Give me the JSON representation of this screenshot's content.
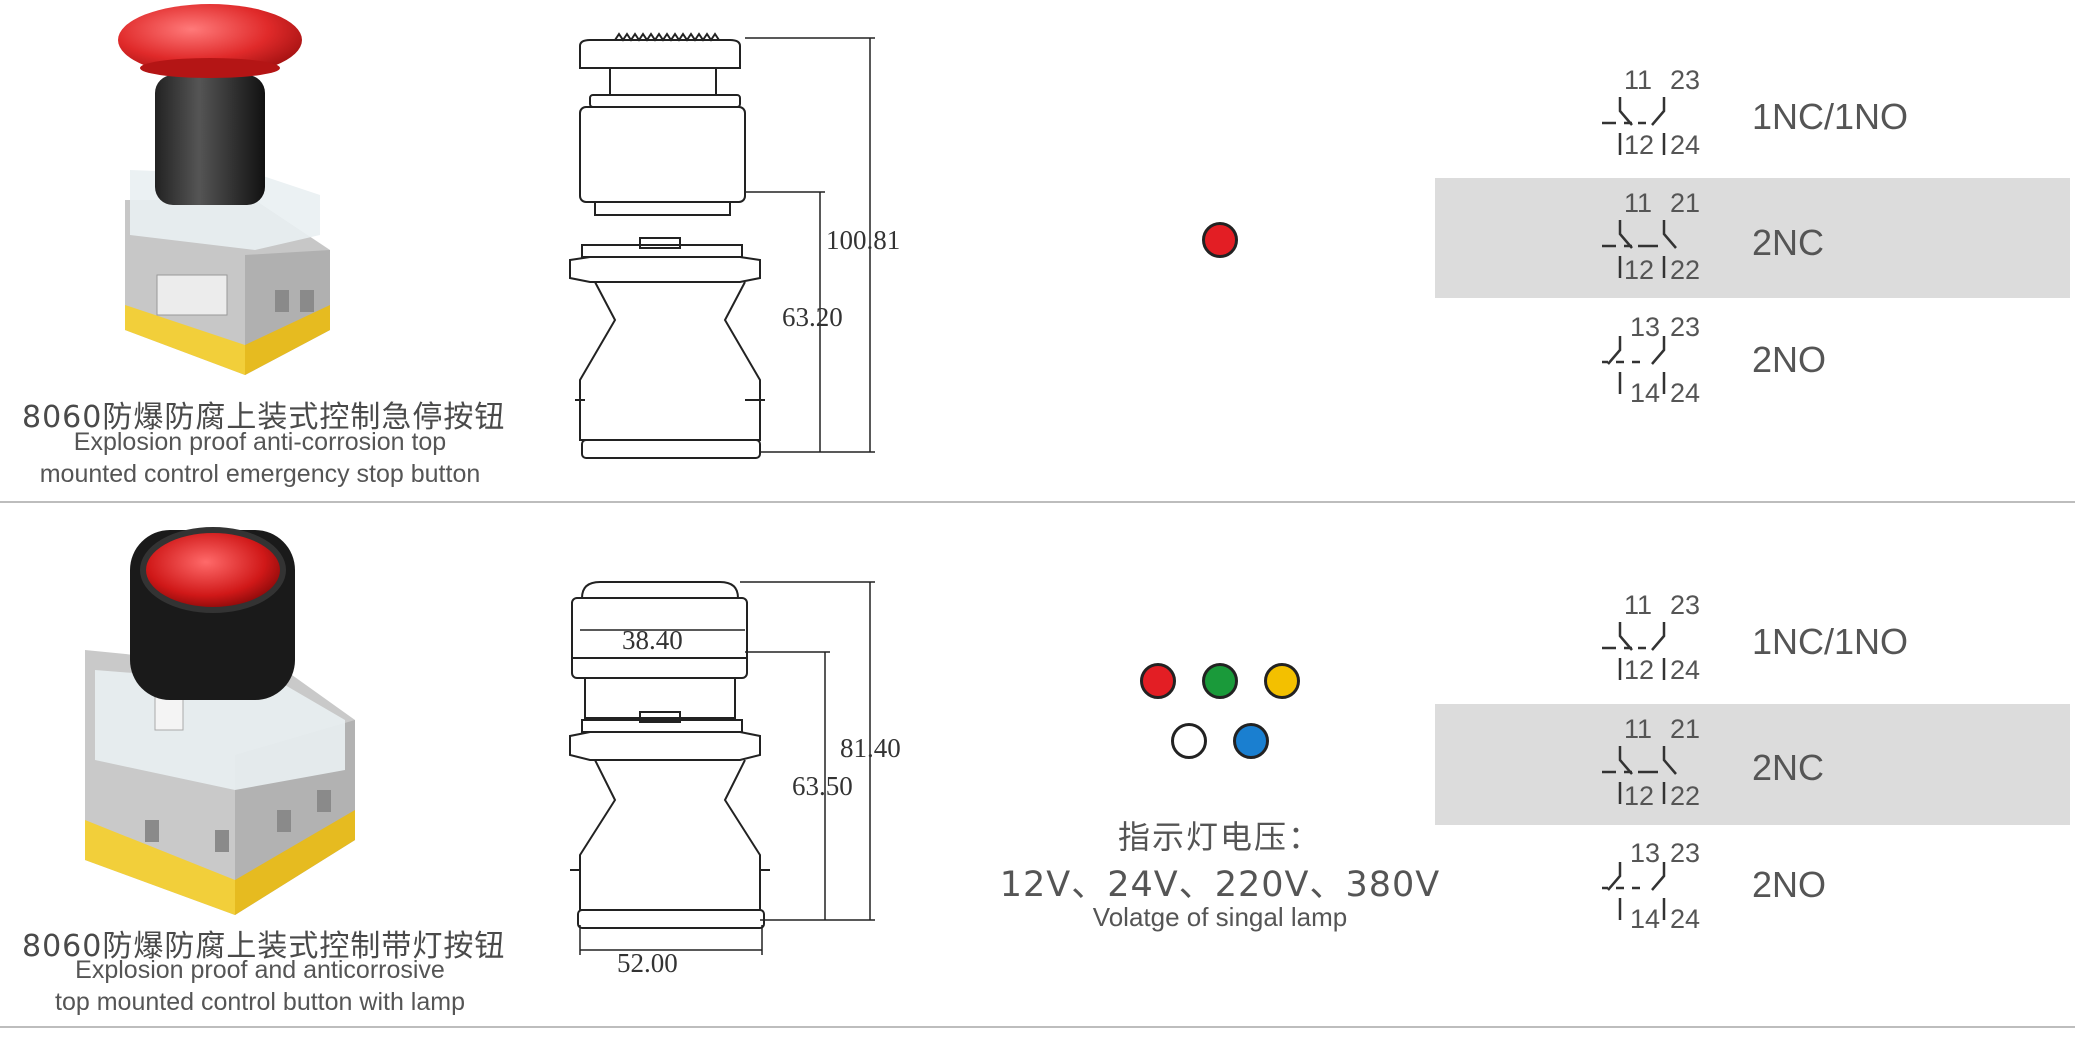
{
  "products": [
    {
      "title_cn": "8060防爆防腐上装式控制急停按钮",
      "title_en_line1": "Explosion proof anti-corrosion top",
      "title_en_line2": "mounted control emergency stop button",
      "dimensions": {
        "total_height": "100.81",
        "body_height": "63.20"
      },
      "lamp_colors": [
        "#e31e24"
      ],
      "contacts": [
        {
          "label": "1NC/1NO",
          "top_left": "11",
          "top_right": "23",
          "bottom_left": "12",
          "bottom_right": "24"
        },
        {
          "label": "2NC",
          "top_left": "11",
          "top_right": "21",
          "bottom_left": "12",
          "bottom_right": "22"
        },
        {
          "label": "2NO",
          "top_left": "13",
          "top_right": "23",
          "bottom_left": "14",
          "bottom_right": "24"
        }
      ]
    },
    {
      "title_cn": "8060防爆防腐上装式控制带灯按钮",
      "title_en_line1": "Explosion proof and anticorrosive",
      "title_en_line2": "top mounted control button with lamp",
      "dimensions": {
        "head_width": "38.40",
        "total_height": "81.40",
        "body_height": "63.50",
        "base_width": "52.00"
      },
      "lamp_colors": [
        "#e31e24",
        "#1a9a3a",
        "#f3c000",
        "#ffffff",
        "#1a7fd0"
      ],
      "lamp_voltage_cn": "指示灯电压：",
      "lamp_voltage_values": "12V、24V、220V、380V",
      "lamp_voltage_en": "Volatge of singal lamp",
      "contacts": [
        {
          "label": "1NC/1NO",
          "top_left": "11",
          "top_right": "23",
          "bottom_left": "12",
          "bottom_right": "24"
        },
        {
          "label": "2NC",
          "top_left": "11",
          "top_right": "21",
          "bottom_left": "12",
          "bottom_right": "22"
        },
        {
          "label": "2NO",
          "top_left": "13",
          "top_right": "23",
          "bottom_left": "14",
          "bottom_right": "24"
        }
      ]
    }
  ]
}
